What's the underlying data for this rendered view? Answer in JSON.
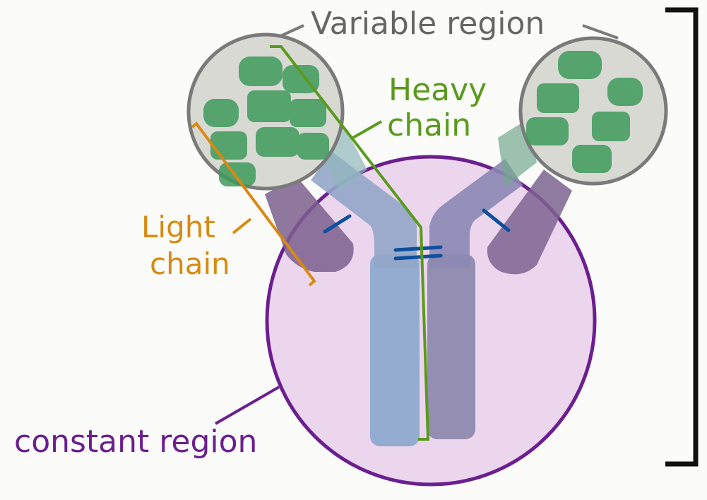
{
  "labels": {
    "variable_region": "Variable region",
    "heavy_chain_line1": "Heavy",
    "heavy_chain_line2": "chain",
    "light_chain_line1": "Light",
    "light_chain_line2": "chain",
    "constant_region": "constant region"
  },
  "colors": {
    "variable_label": "#666666",
    "heavy_chain": "#5a9a1c",
    "light_chain": "#d98a10",
    "constant_region": "#6b1f8f",
    "variable_circle": "#7a7a7a",
    "variable_domain": "#3f9a5c",
    "constant_fill": "#ecd6ee",
    "bracket": "#111111",
    "disulfide": "#0d4f9e"
  }
}
